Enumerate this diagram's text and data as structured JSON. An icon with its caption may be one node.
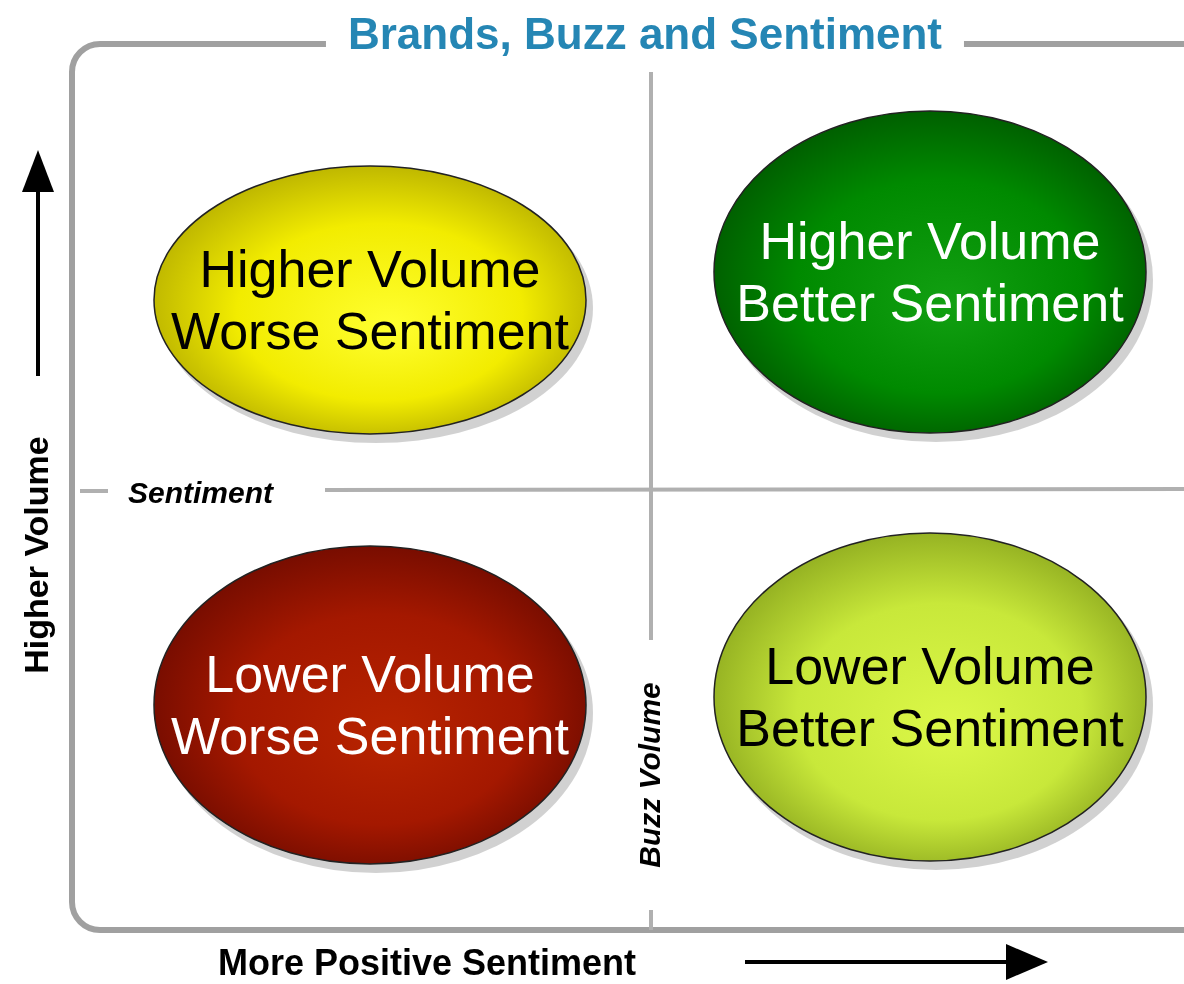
{
  "diagram": {
    "title": "Brands, Buzz and Sentiment",
    "nodes": [
      {
        "text": [
          "Higher Volume Worse Sentiment"
        ]
      },
      {
        "text": [
          "Higher Volume Better Sentiment"
        ]
      },
      {
        "text": [
          "Lower Volume Worse Sentiment"
        ]
      },
      {
        "text": [
          "Lower Volume Better Sentiment"
        ]
      }
    ],
    "edges": [],
    "labels": [
      "Sentiment",
      "Buzz Volume",
      "Higher Volume",
      "More Positive Sentiment"
    ]
  }
}
